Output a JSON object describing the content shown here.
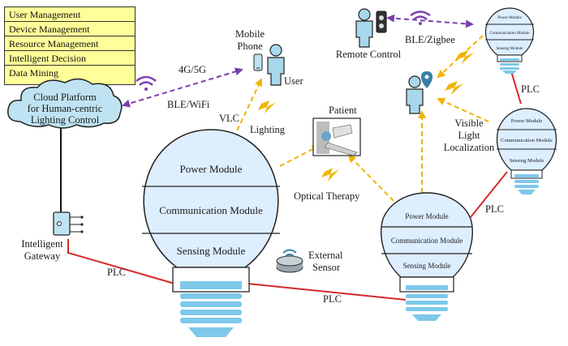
{
  "management": [
    "User Management",
    "Device Management",
    "Resource Management",
    "Intelligent Decision",
    "Data Mining"
  ],
  "cloud": {
    "line1": "Cloud Platform",
    "line2": "for Human-centric",
    "line3": "Lighting Control"
  },
  "gateway": {
    "line1": "Intelligent",
    "line2": "Gateway"
  },
  "links": {
    "g45": "4G/5G",
    "blewifi": "BLE/WiFi",
    "blezigbee": "BLE/Zigbee",
    "vlc": "VLC",
    "lighting": "Lighting",
    "optical": "Optical Therapy",
    "plc_left": "PLC",
    "plc_bottom": "PLC",
    "plc_mid": "PLC",
    "plc_top": "PLC"
  },
  "mobile": {
    "line1": "Mobile",
    "line2": "Phone",
    "user": "User"
  },
  "patient": "Patient",
  "remote": "Remote Control",
  "vll": {
    "line1": "Visible",
    "line2": "Light",
    "line3": "Localization"
  },
  "sensor": {
    "line1": "External",
    "line2": "Sensor"
  },
  "modules": {
    "power": "Power Module",
    "comm": "Communication Module",
    "sensing": "Sensing Module"
  },
  "colors": {
    "plc": "#d42a2a",
    "wireless": "#7b3fb0",
    "light": "#f0b400",
    "bulb": "#ddeeff",
    "box": "#ffff99"
  }
}
